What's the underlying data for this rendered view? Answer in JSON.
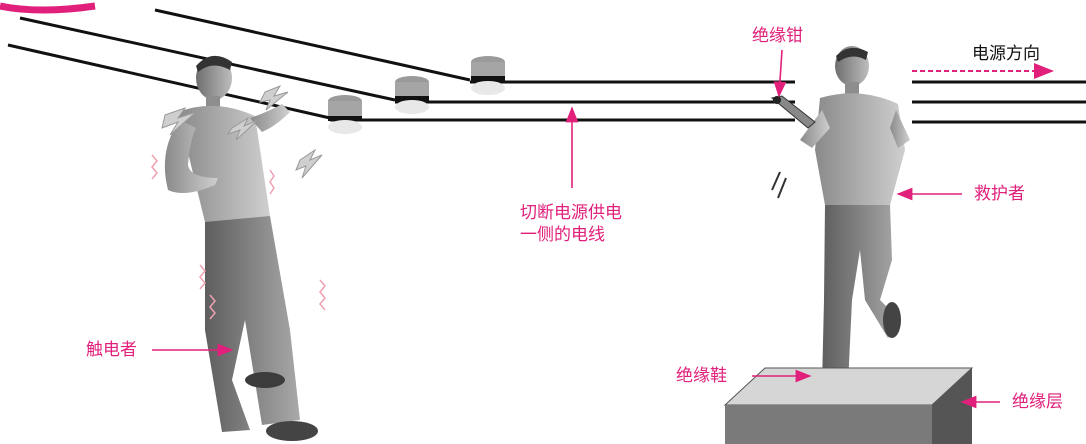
{
  "colors": {
    "annotation": "#e0207a",
    "wire": "#111111",
    "platform_top": "#d6d6d6",
    "platform_front": "#7a7a7a"
  },
  "labels": {
    "insulated_pliers": "绝缘钳",
    "power_direction": "电源方向",
    "cut_wire_line1": "切断电源供电",
    "cut_wire_line2": "一侧的电线",
    "rescuer": "救护者",
    "victim": "触电者",
    "insulated_shoes": "绝缘鞋",
    "insulating_layer": "绝缘层"
  },
  "icons": {
    "victim": "electrocuted-person-figure",
    "rescuer": "rescuer-person-figure",
    "insulator": "ceramic-insulator-icon",
    "spark": "electric-spark-icon"
  }
}
